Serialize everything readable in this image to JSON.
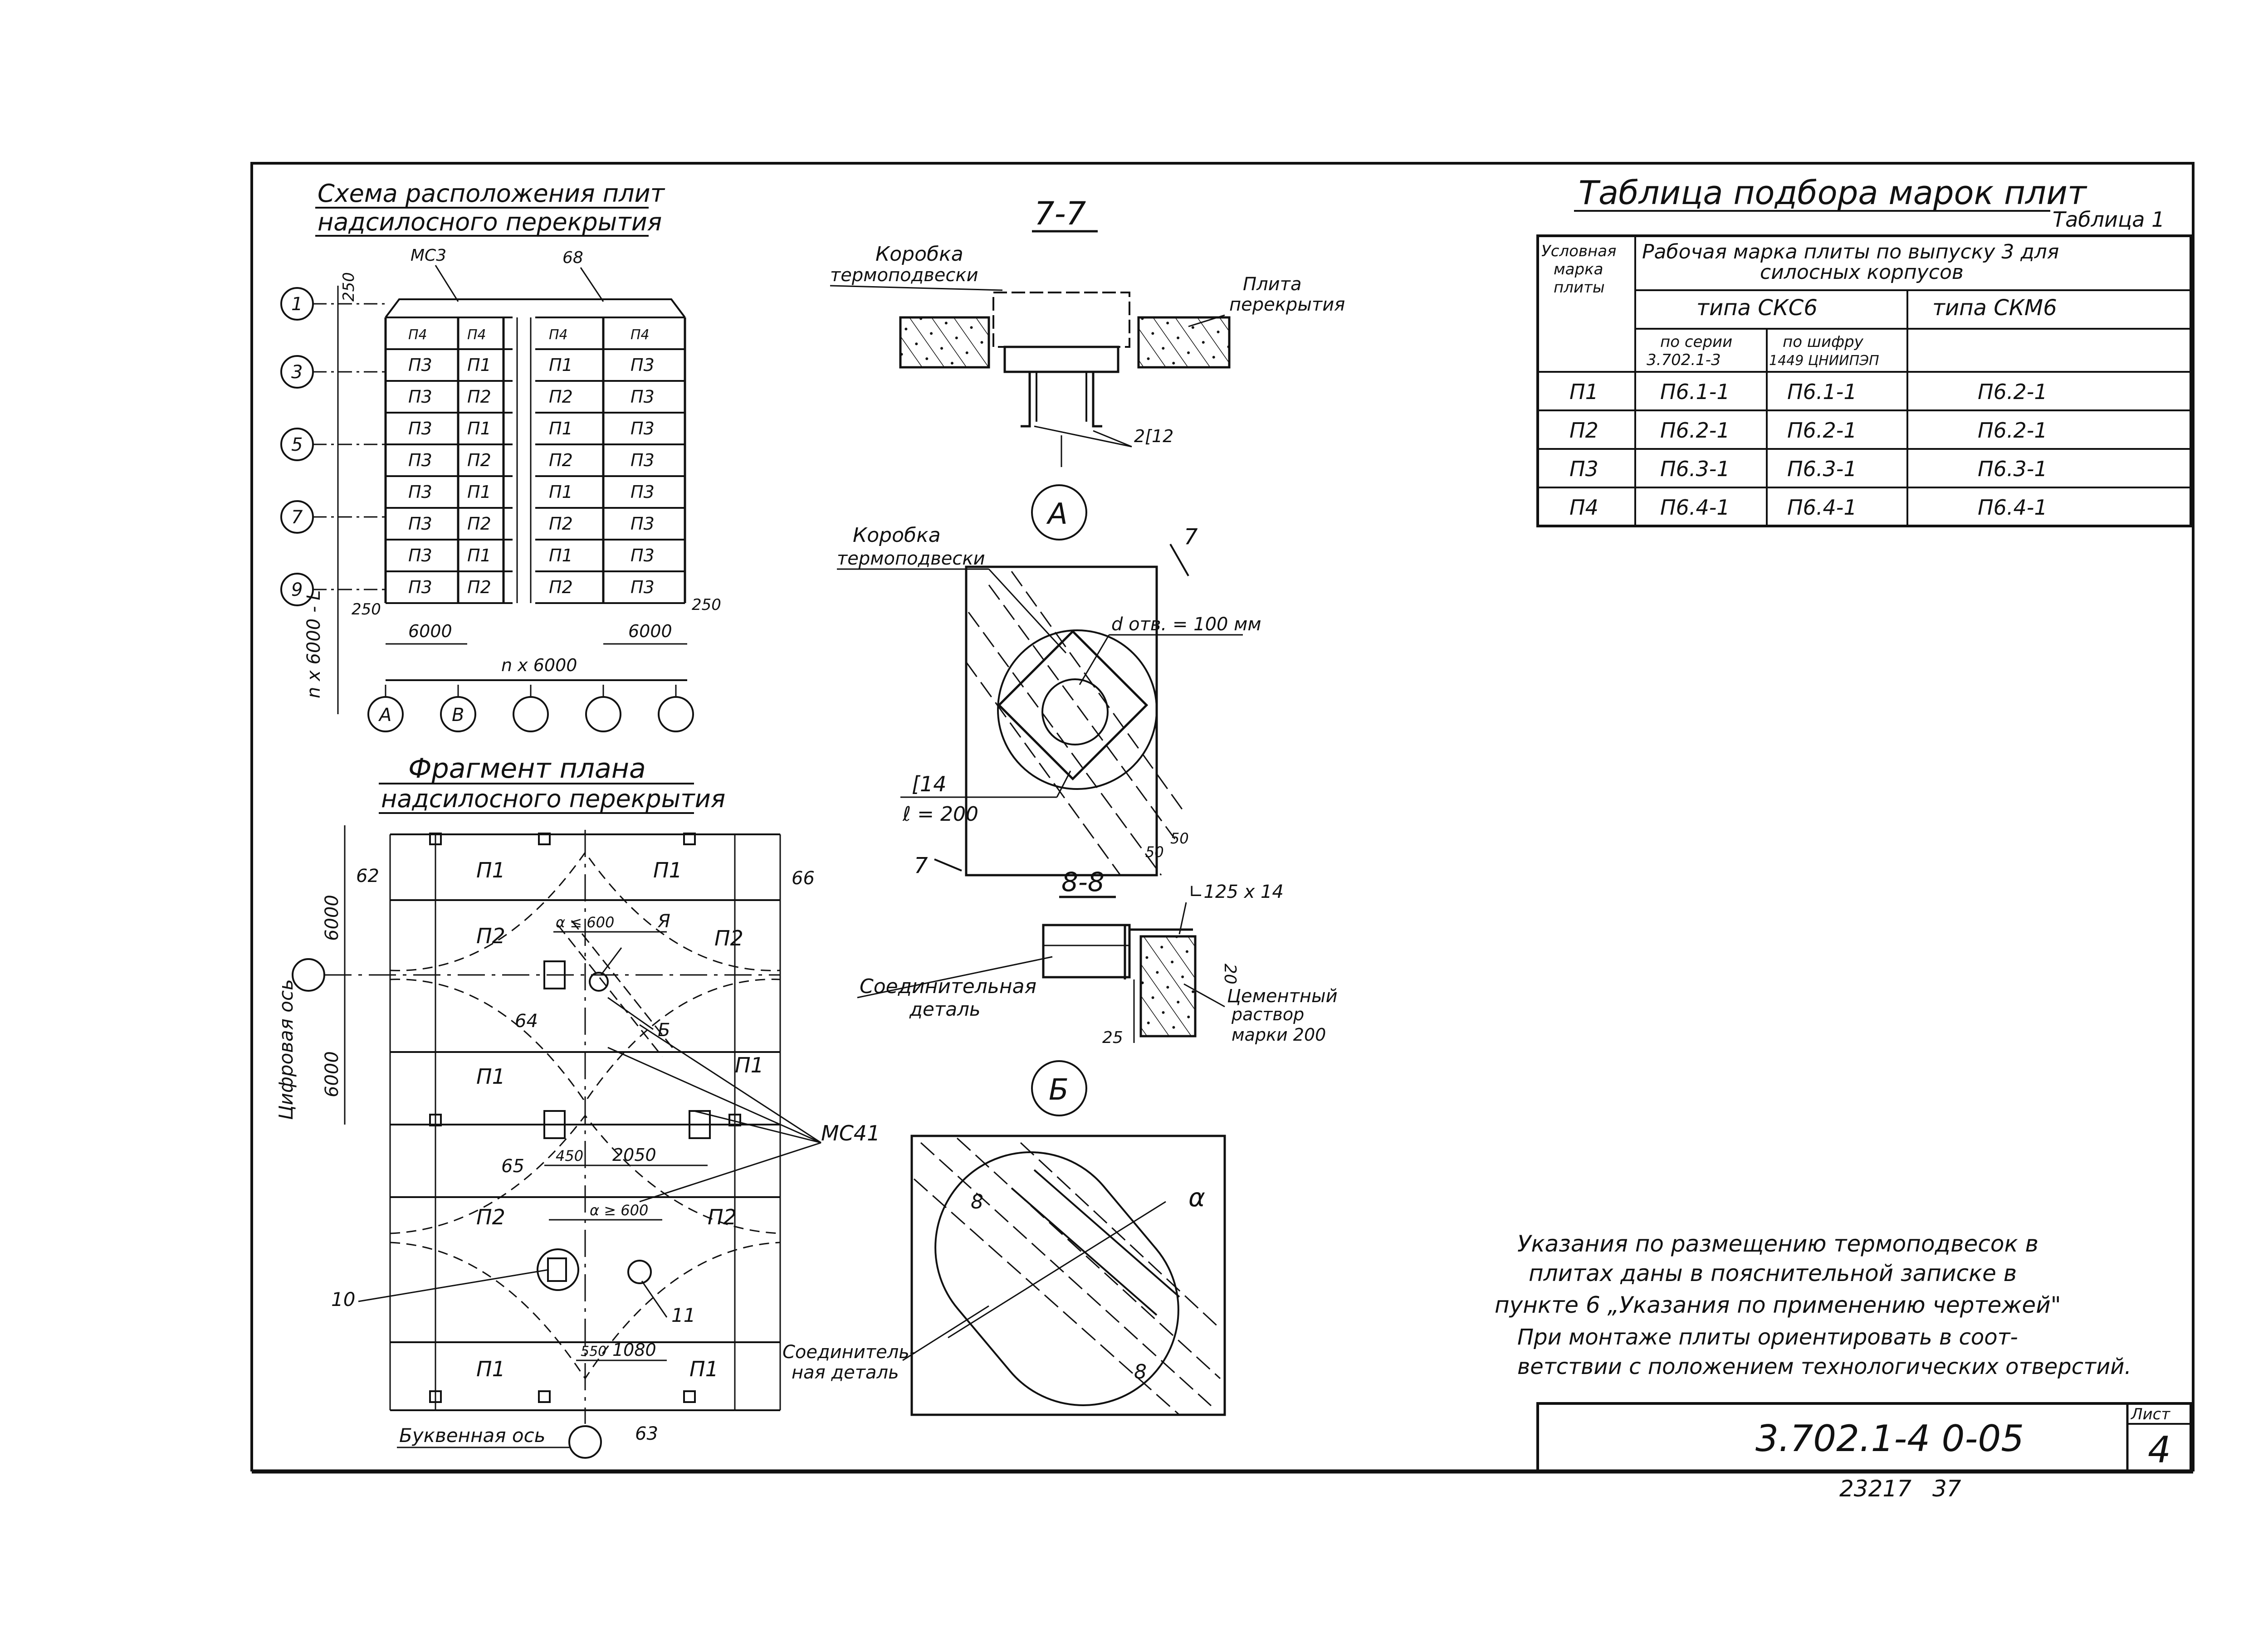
{
  "scheme": {
    "title_line1": "Схема расположения плит",
    "title_line2": "надсилосного перекрытия",
    "grid_numbers": [
      "1",
      "3",
      "5",
      "7",
      "9"
    ],
    "grid_letters": [
      "А",
      "В",
      "",
      "",
      ""
    ],
    "dims": {
      "top_offset": "250",
      "left_offset": "250",
      "right_offset": "250",
      "span_left": "6000",
      "span_right": "6000",
      "total": "n x 6000",
      "vertical_total": "n x 6000 - L"
    },
    "callouts": {
      "mc3": "МС3",
      "sixty_eight": "68"
    },
    "rows": [
      [
        "П4",
        "П4",
        "П4",
        "П4"
      ],
      [
        "П3",
        "П1",
        "П1",
        "П3"
      ],
      [
        "П3",
        "П2",
        "П2",
        "П3"
      ],
      [
        "П3",
        "П1",
        "П1",
        "П3"
      ],
      [
        "П3",
        "П2",
        "П2",
        "П3"
      ],
      [
        "П3",
        "П1",
        "П1",
        "П3"
      ],
      [
        "П3",
        "П2",
        "П2",
        "П3"
      ],
      [
        "П3",
        "П1",
        "П1",
        "П3"
      ],
      [
        "П3",
        "П2",
        "П2",
        "П3"
      ]
    ]
  },
  "fragment": {
    "title_line1": "Фрагмент плана",
    "title_line2": "надсилосного перекрытия",
    "axis_digit": "Цифровая ось",
    "axis_letter": "Буквенная ось",
    "dims": {
      "d6000_top": "6000",
      "d6000_bottom": "6000",
      "d450": "450",
      "d2050": "2050",
      "d550": "550",
      "d1080": "1080"
    },
    "angle_top": "α ≤ 600",
    "angle_bottom": "α ≥ 600",
    "labels": {
      "b62": "62",
      "b66": "66",
      "b64": "64",
      "b65": "65",
      "b63": "63",
      "ten": "10",
      "eleven": "11",
      "ya": "Я",
      "b": "Б",
      "mc41": "МС41"
    },
    "plates": [
      "П1",
      "П1",
      "П2",
      "П2",
      "П1",
      "П1",
      "П2",
      "П2",
      "П1",
      "П1"
    ]
  },
  "section77": {
    "title": "7-7",
    "box_label_1": "Коробка",
    "box_label_2": "термоподвески",
    "slab_label_1": "Плита",
    "slab_label_2": "перекрытия",
    "channel": "2[12"
  },
  "nodeA": {
    "marker": "А",
    "box_label_1": "Коробка",
    "box_label_2": "термоподвески",
    "hole": "d отв. = 100 мм",
    "channel": "[14",
    "length": "ℓ = 200",
    "dim50a": "50",
    "dim50b": "50",
    "cut": "7"
  },
  "section88": {
    "title": "8-8",
    "angle": "∟125 x 14",
    "dim20": "20",
    "dim25": "25",
    "conn_1": "Соединительная",
    "conn_2": "деталь",
    "mortar_1": "Цементный",
    "mortar_2": "раствор",
    "mortar_3": "марки 200"
  },
  "nodeB": {
    "marker": "Б",
    "alpha": "α",
    "cut": "8",
    "conn_1": "Соединитель-",
    "conn_2": "ная деталь"
  },
  "table": {
    "title": "Таблица подбора марок плит",
    "number": "Таблица 1",
    "col_mark": [
      "Условная",
      "марка",
      "плиты"
    ],
    "col_work_1": "Рабочая марка плиты по выпуску 3 для",
    "col_work_2": "силосных корпусов",
    "type_skc": "типа СКС6",
    "type_skm": "типа СКМ6",
    "sub_series_1": "по серии",
    "sub_series_2": "3.702.1-3",
    "sub_code_1": "по шифру",
    "sub_code_2": "1449 ЦНИИПЭП",
    "rows": [
      {
        "mark": "П1",
        "series": "П6.1-1",
        "code": "П6.1-1",
        "skm": "П6.2-1"
      },
      {
        "mark": "П2",
        "series": "П6.2-1",
        "code": "П6.2-1",
        "skm": "П6.2-1"
      },
      {
        "mark": "П3",
        "series": "П6.3-1",
        "code": "П6.3-1",
        "skm": "П6.3-1"
      },
      {
        "mark": "П4",
        "series": "П6.4-1",
        "code": "П6.4-1",
        "skm": "П6.4-1"
      }
    ]
  },
  "notes": [
    "Указания по размещению термоподвесок в",
    "плитах даны в пояснительной записке в",
    "пункте 6 „Указания по применению чертежей\"",
    "При монтаже плиты ориентировать в соот-",
    "ветствии с положением технологических отверстий."
  ],
  "titleblock": {
    "code": "3.702.1-4 0-05",
    "sheet_label": "Лист",
    "sheet_number": "4"
  },
  "footer": {
    "archive": "23217",
    "page": "37"
  }
}
